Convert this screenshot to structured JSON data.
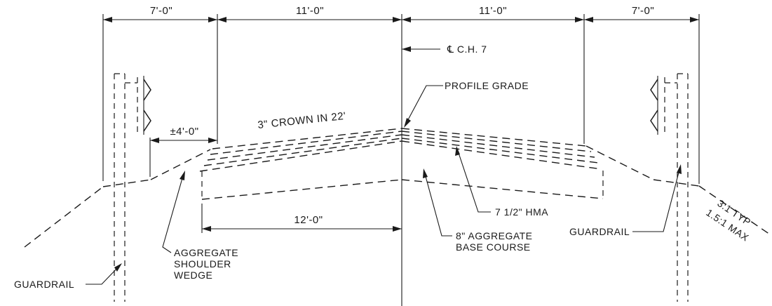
{
  "dimensions": {
    "left_shoulder": "7'-0\"",
    "left_lane": "11'-0\"",
    "right_lane": "11'-0\"",
    "right_shoulder": "7'-0\"",
    "wedge_offset": "±4'-0\"",
    "base_width": "12'-0\""
  },
  "labels": {
    "centerline": "℄ C.H. 7",
    "profile_grade": "PROFILE GRADE",
    "crown": "3\" CROWN IN 22'",
    "hma": "7 1/2\" HMA",
    "base_course_line1": "8\" AGGREGATE",
    "base_course_line2": "BASE COURSE",
    "guardrail_left": "GUARDRAIL",
    "guardrail_right": "GUARDRAIL",
    "shoulder_wedge_line1": "AGGREGATE",
    "shoulder_wedge_line2": "SHOULDER",
    "shoulder_wedge_line3": "WEDGE",
    "slope_top": "3:1 TYP",
    "slope_bottom": "1.5:1 MAX"
  }
}
